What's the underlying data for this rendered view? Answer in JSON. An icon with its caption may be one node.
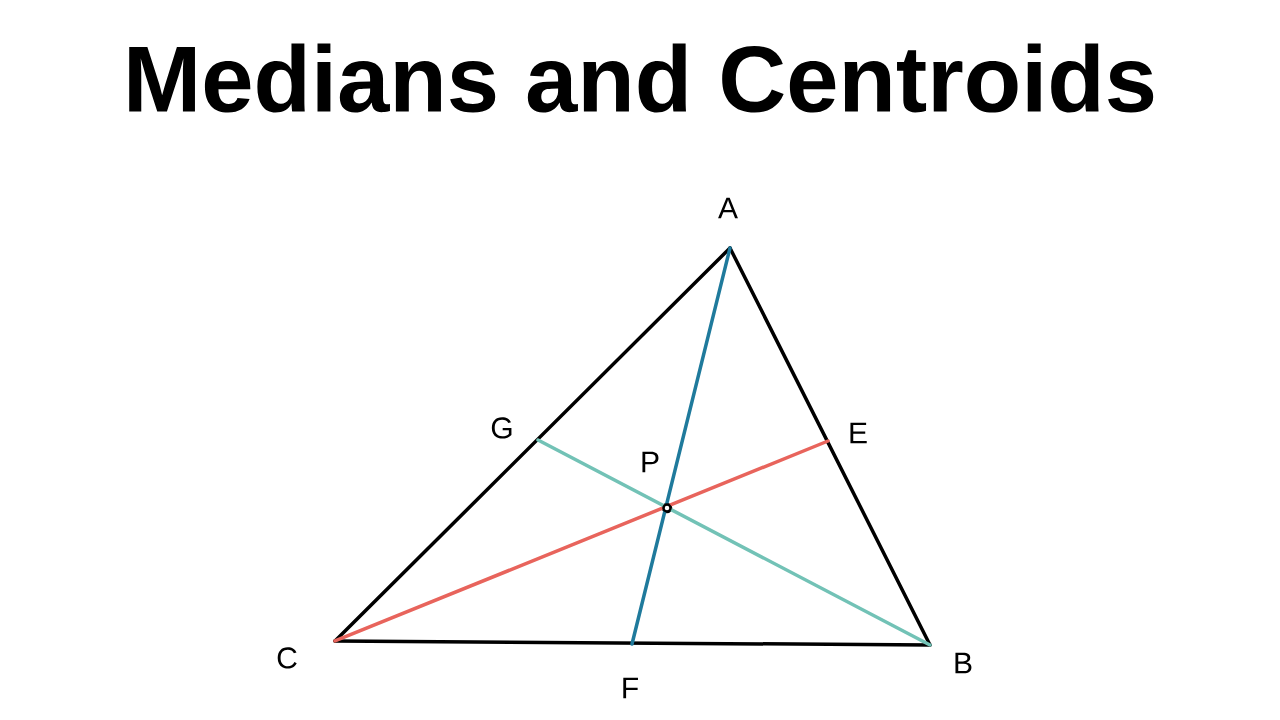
{
  "diagram": {
    "title": "Medians and Centroids",
    "nodes": [
      {
        "text": [
          "A"
        ]
      },
      {
        "text": [
          "G"
        ]
      },
      {
        "text": [
          "E"
        ]
      },
      {
        "text": [
          "P"
        ]
      },
      {
        "text": [
          "C"
        ]
      },
      {
        "text": [
          "B"
        ]
      },
      {
        "text": [
          "F"
        ]
      }
    ],
    "edges": [
      {
        "from": 0,
        "to": 5,
        "arrow": "none"
      },
      {
        "from": 5,
        "to": 4,
        "arrow": "none"
      },
      {
        "from": 4,
        "to": 0,
        "arrow": "none"
      },
      {
        "from": 0,
        "to": 6,
        "arrow": "none",
        "color": "#1f7a9c"
      },
      {
        "from": 4,
        "to": 2,
        "arrow": "none",
        "color": "#e8645c"
      },
      {
        "from": 5,
        "to": 1,
        "arrow": "none",
        "color": "#72c2b6"
      }
    ]
  }
}
